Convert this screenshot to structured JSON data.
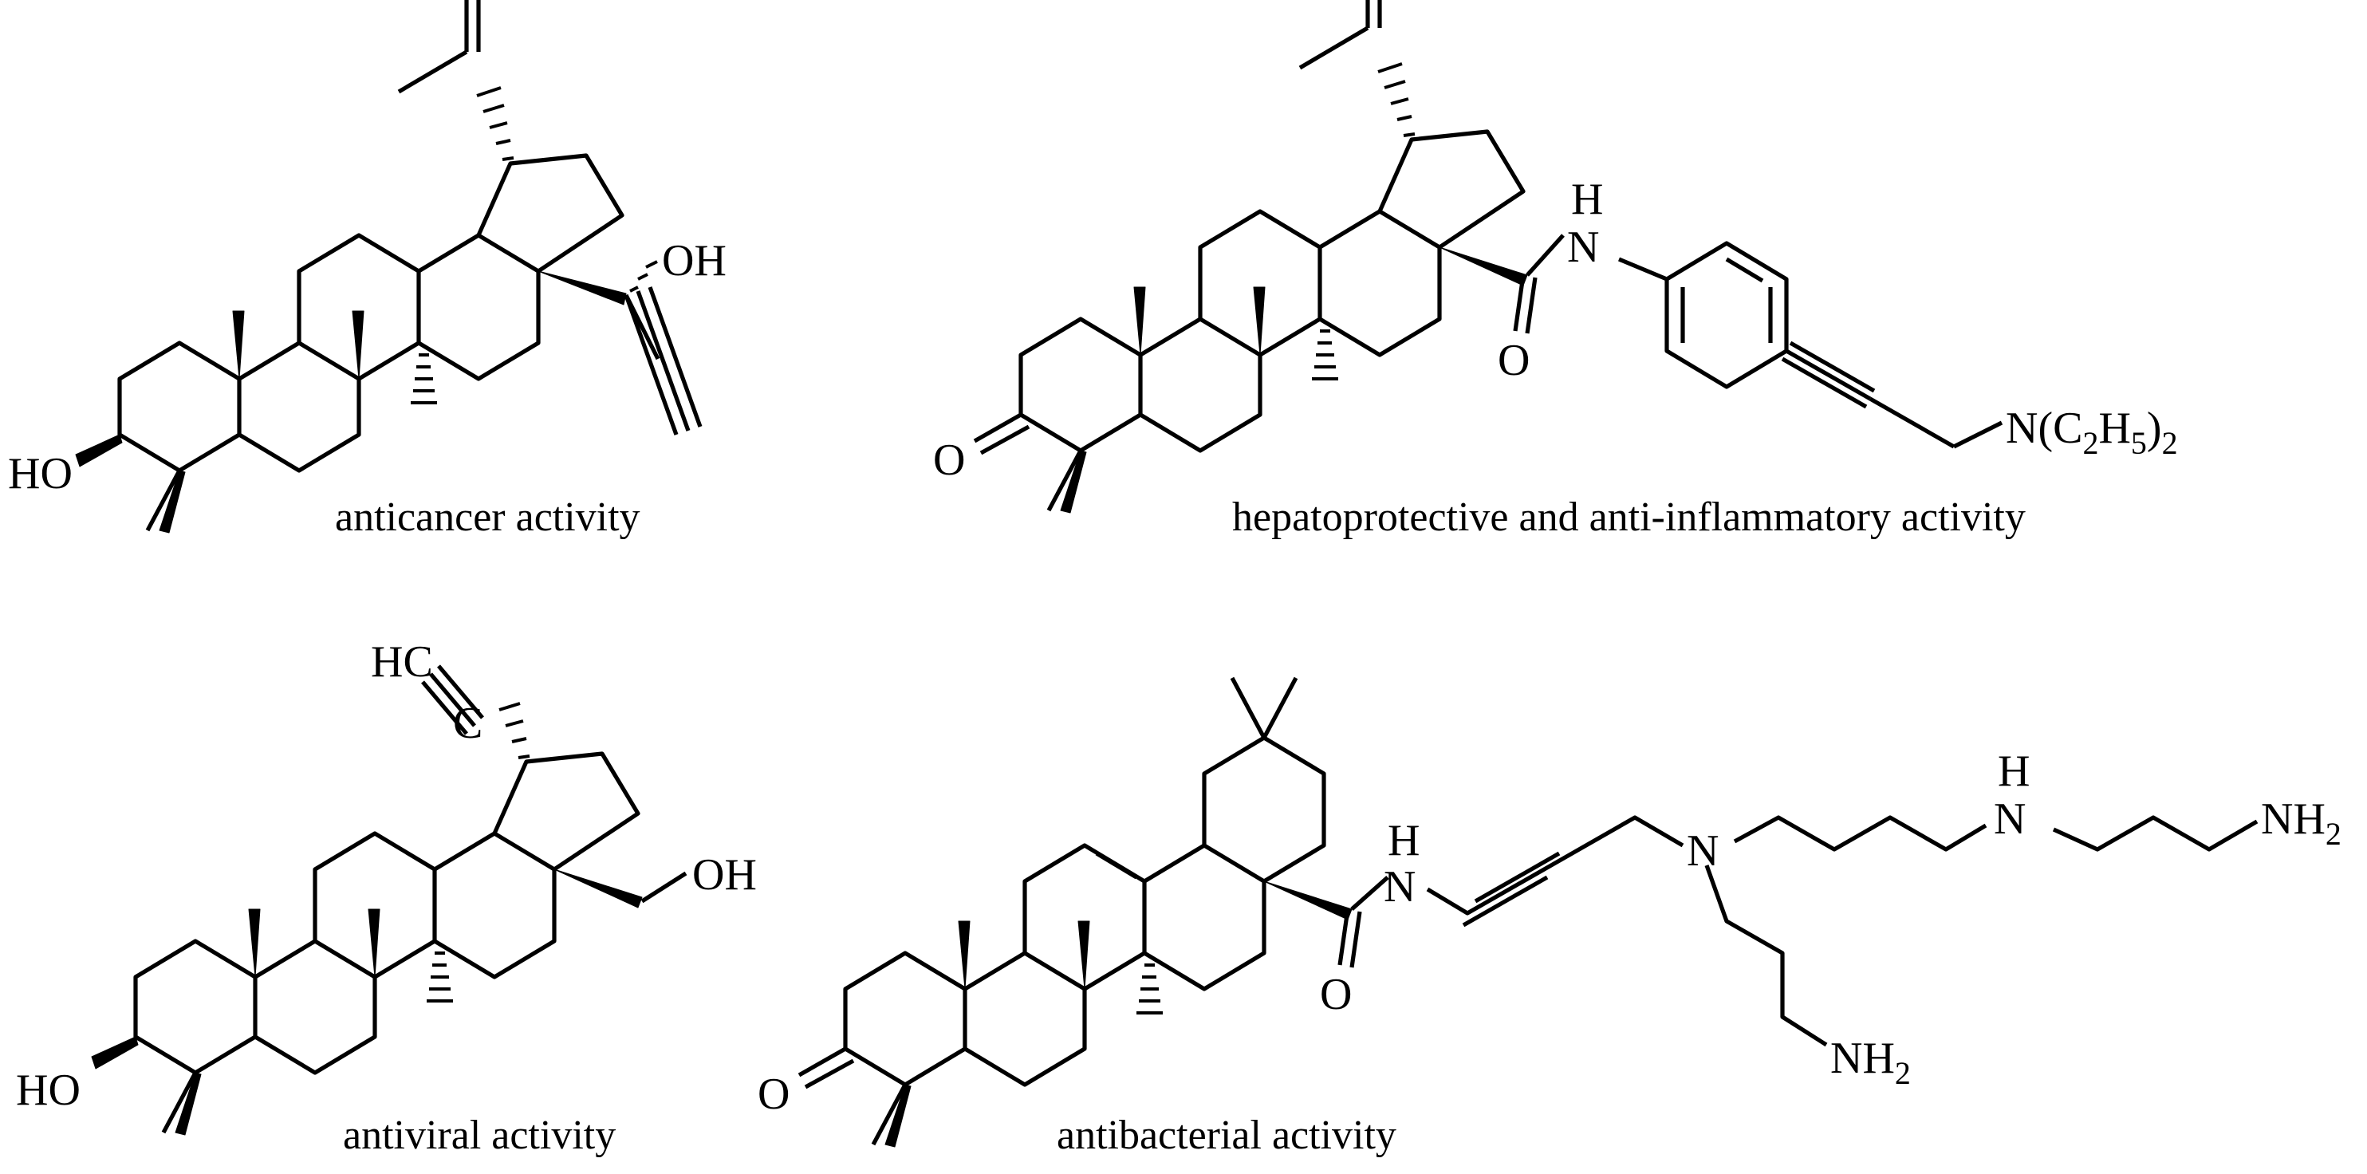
{
  "molecules": [
    {
      "caption": "anticancer activity",
      "atoms": {
        "oh_top": "OH",
        "ho_left": "HO"
      }
    },
    {
      "caption": "hepatoprotective and anti-inflammatory activity",
      "atoms": {
        "o_ketone": "O",
        "nh_h": "H",
        "nh_n": "N",
        "o_amide": "O",
        "amine_n": "N",
        "amine_paren_open": "(C",
        "amine_sub_2": "2",
        "amine_h": "H",
        "amine_sub_5": "5",
        "amine_paren_close": ")",
        "amine_sub_2b": "2"
      }
    },
    {
      "caption": "antiviral activity",
      "atoms": {
        "hc": "HC",
        "c": "C",
        "oh": "OH",
        "ho_left": "HO"
      }
    },
    {
      "caption": "antibacterial activity",
      "atoms": {
        "o_ketone": "O",
        "nh_h": "H",
        "nh_n": "N",
        "o_amide": "O",
        "n_tert": "N",
        "nh2_h": "H",
        "nh2_n": "N",
        "nh2_end": "NH",
        "nh2_end_sub": "2",
        "nh2_low": "NH",
        "nh2_low_sub": "2"
      }
    }
  ]
}
